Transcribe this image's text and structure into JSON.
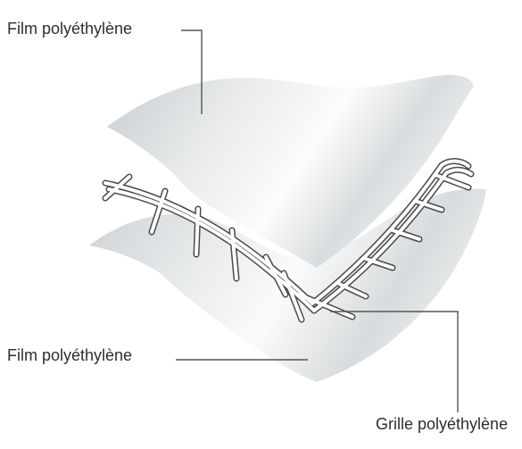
{
  "labels": {
    "top_film": "Film polyéthylène",
    "bottom_film": "Film polyéthylène",
    "grid": "Grille polyéthylène"
  },
  "colors": {
    "film_light": "#f8f9fa",
    "film_mid": "#e1e4e6",
    "film_dark": "#c7cbce",
    "grid_stroke": "#4a4a4a",
    "leader_line": "#555555",
    "text": "#2e2e2e"
  }
}
